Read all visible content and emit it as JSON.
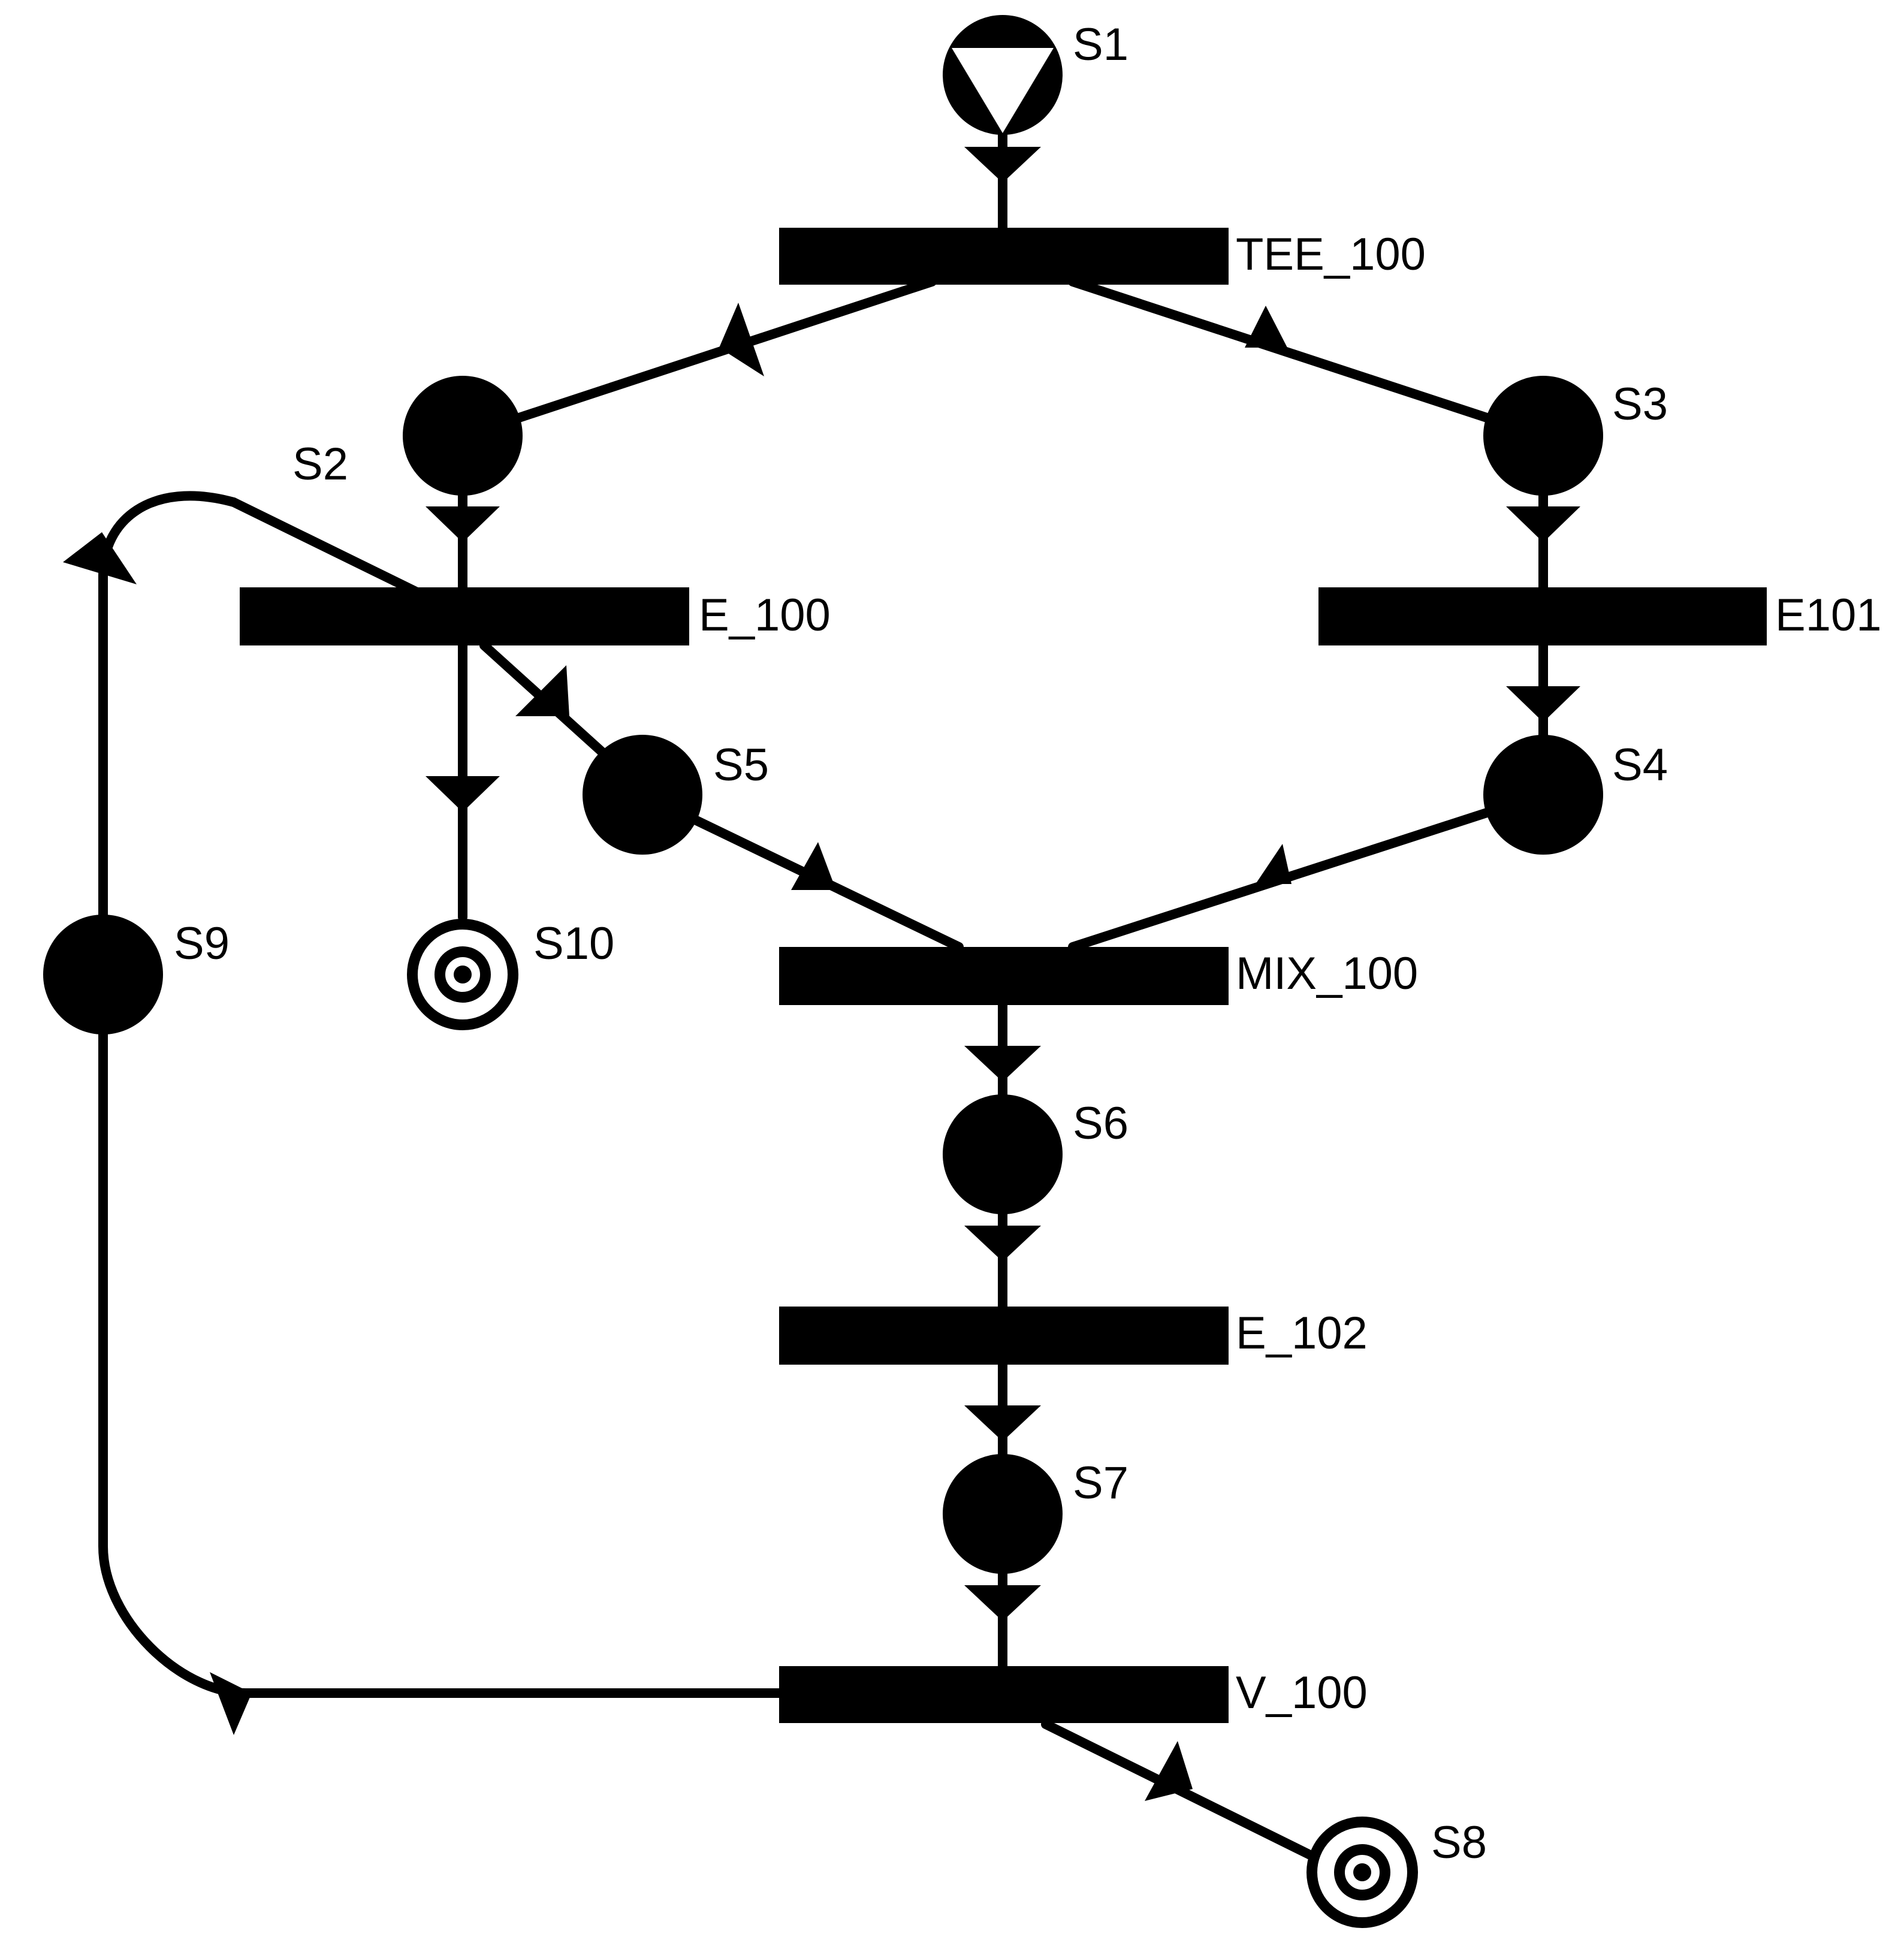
{
  "diagram": {
    "colors": {
      "ink": "#000000",
      "background": "#ffffff"
    },
    "places": {
      "s1": "S1",
      "s2": "S2",
      "s3": "S3",
      "s4": "S4",
      "s5": "S5",
      "s6": "S6",
      "s7": "S7",
      "s8": "S8",
      "s9": "S9",
      "s10": "S10"
    },
    "transitions": {
      "tee_100": "TEE_100",
      "e_100": "E_100",
      "e101": "E101",
      "mix_100": "MIX_100",
      "e_102": "E_102",
      "v_100": "V_100"
    }
  }
}
